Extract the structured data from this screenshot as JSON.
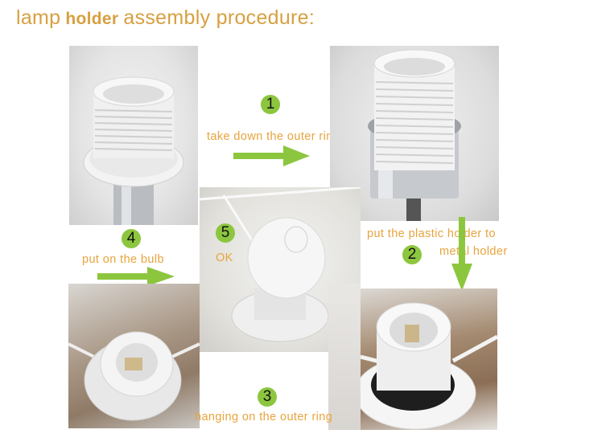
{
  "title": {
    "part1": "lamp",
    "part2": "holder",
    "part3": "assembly procedure:"
  },
  "steps": [
    {
      "number": "1",
      "text": "take down the outer ring",
      "arrow": "right"
    },
    {
      "number": "2",
      "text_line1": "put the plastic holder to",
      "text_line2": "metal holder",
      "arrow": "down"
    },
    {
      "number": "3",
      "text": "hanging on the outer ring"
    },
    {
      "number": "4",
      "text": "put on the bulb",
      "arrow": "right"
    },
    {
      "number": "5",
      "text": "OK"
    }
  ],
  "photos": [
    {
      "id": "socket-with-outer-ring"
    },
    {
      "id": "plastic-holder-in-metal-holder"
    },
    {
      "id": "holder-hung-on-shade-frame"
    },
    {
      "id": "socket-top-view-on-frame"
    },
    {
      "id": "bulb-installed"
    }
  ],
  "colors": {
    "label_text": "#e8a43c",
    "title_text": "#d7a040",
    "badge_green": "#8cc63f",
    "arrow_green": "#8cc63f"
  }
}
